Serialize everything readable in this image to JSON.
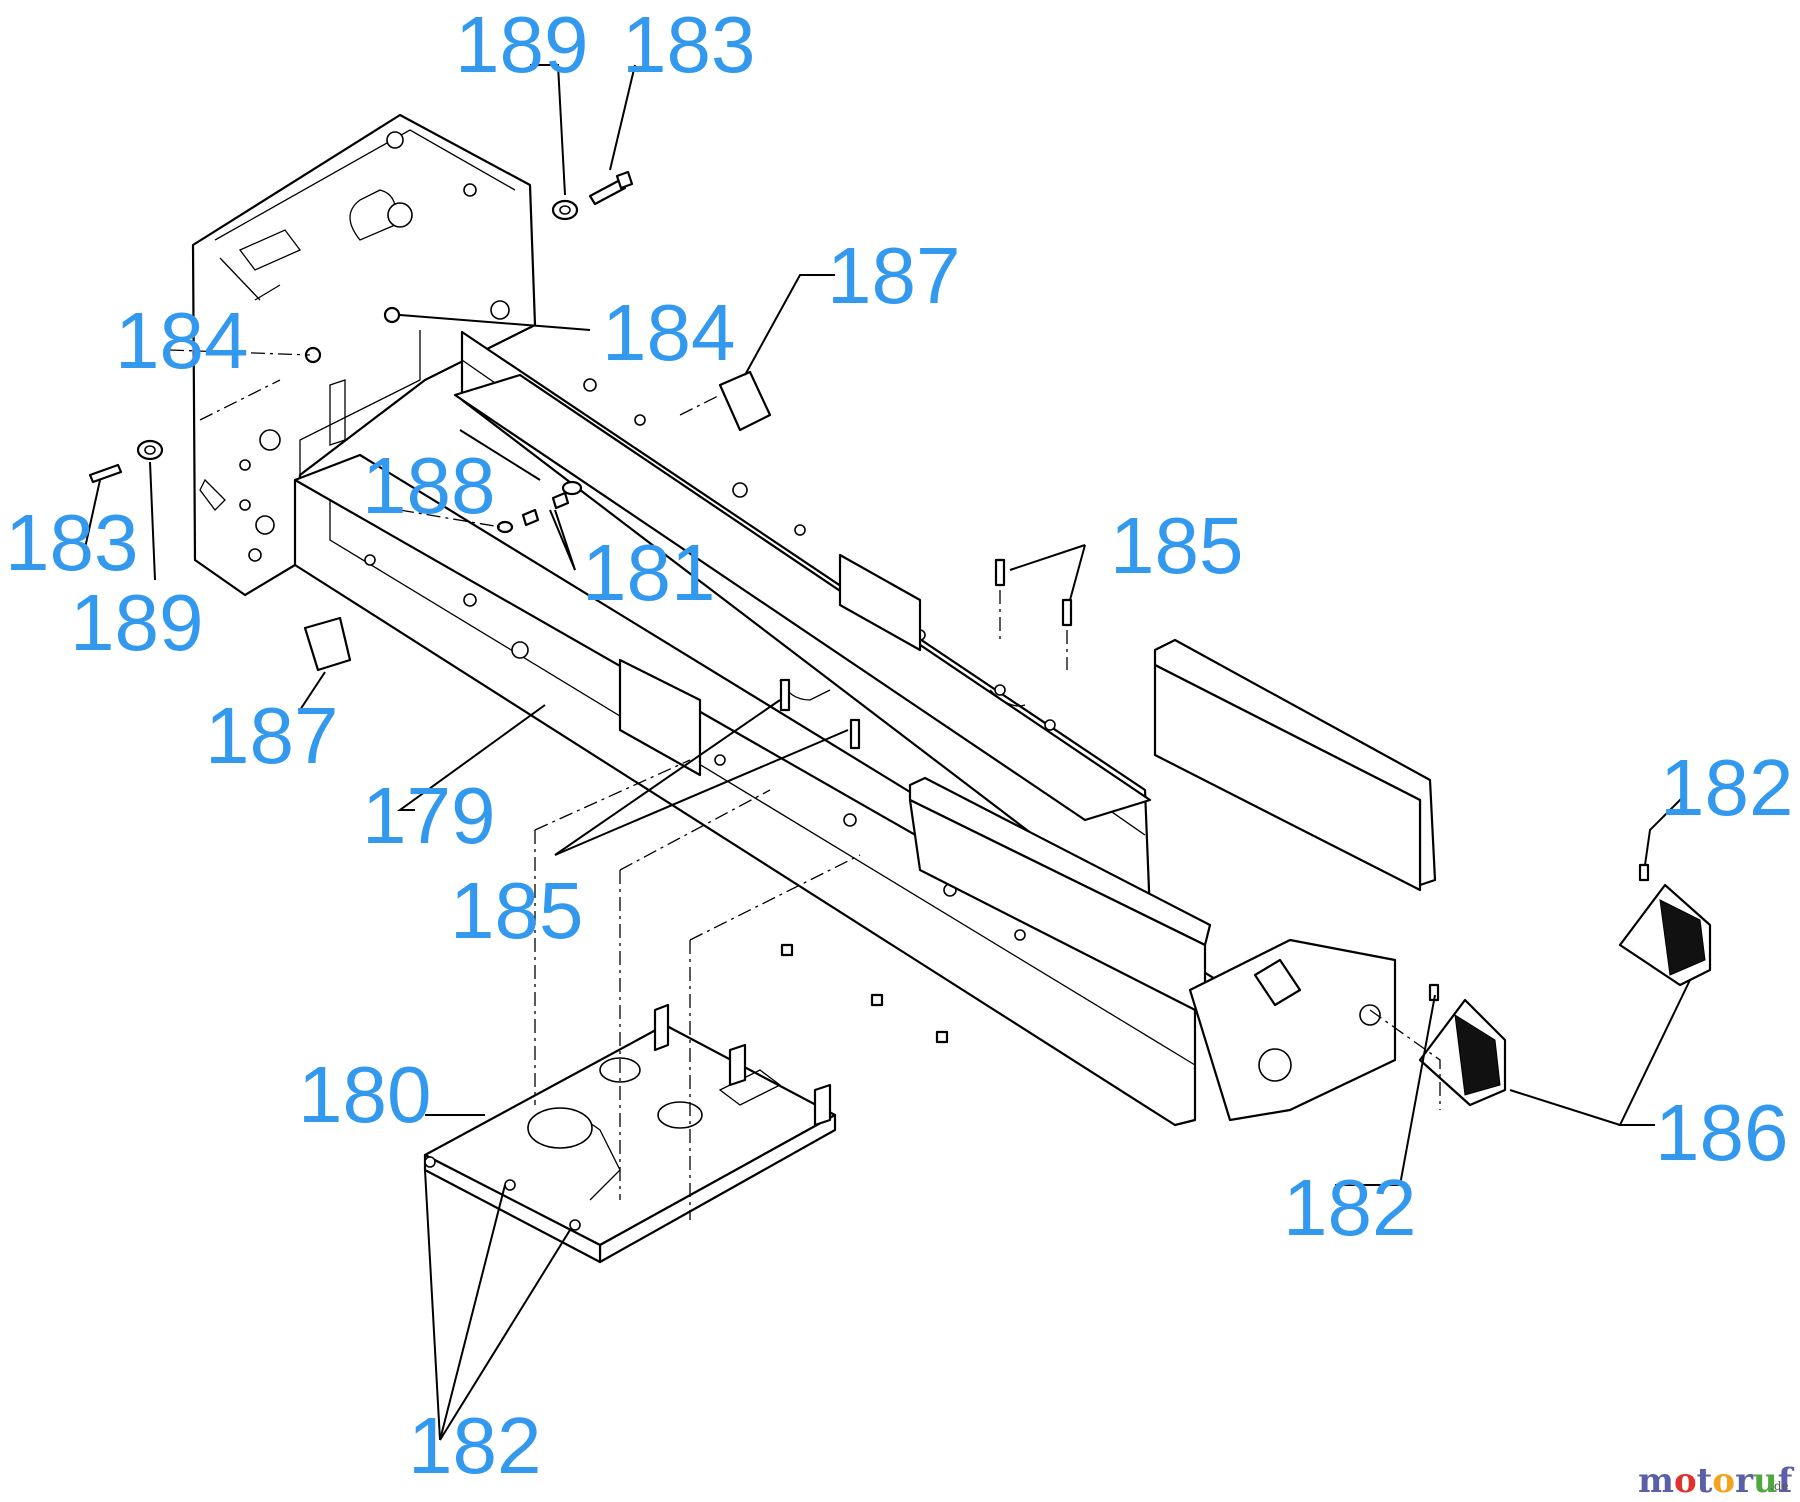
{
  "callouts": {
    "c189_top": "189",
    "c183_top": "183",
    "c187_top": "187",
    "c184_left": "184",
    "c184_mid": "184",
    "c188": "188",
    "c181": "181",
    "c183_left": "183",
    "c189_left": "189",
    "c185_right": "185",
    "c187_left": "187",
    "c179": "179",
    "c185_mid": "185",
    "c182_right": "182",
    "c180": "180",
    "c186": "186",
    "c182_mid": "182",
    "c182_bottom": "182"
  },
  "watermark": {
    "m": "m",
    "o1": "o",
    "t": "t",
    "o2": "o",
    "r": "r",
    "u": "u",
    "f": "f",
    "tld": ".de"
  },
  "colors": {
    "callout": "#3399ee",
    "brand_m": "#5b5fa8",
    "brand_o1": "#e0322d",
    "brand_t": "#5b5fa8",
    "brand_o2": "#f2a21b",
    "brand_r": "#5b5fa8",
    "brand_u": "#4fa83d",
    "brand_f": "#5b5fa8"
  }
}
